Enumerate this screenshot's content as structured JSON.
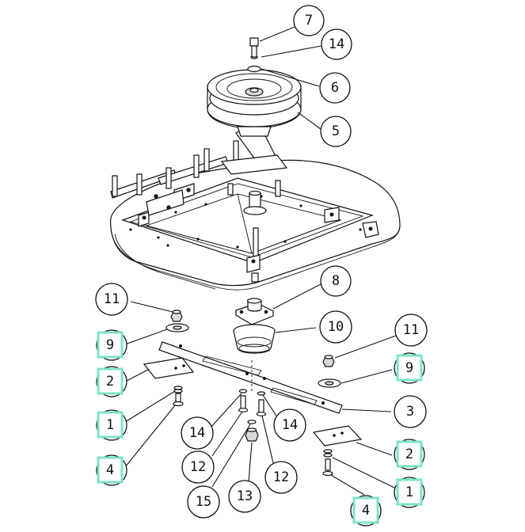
{
  "diagram": {
    "callouts": [
      {
        "id": "c7",
        "number": "7",
        "style": "circle"
      },
      {
        "id": "c14top",
        "number": "14",
        "style": "circle"
      },
      {
        "id": "c6",
        "number": "6",
        "style": "circle"
      },
      {
        "id": "c5",
        "number": "5",
        "style": "circle"
      },
      {
        "id": "c8",
        "number": "8",
        "style": "circle"
      },
      {
        "id": "c11left",
        "number": "11",
        "style": "circle"
      },
      {
        "id": "c10",
        "number": "10",
        "style": "circle"
      },
      {
        "id": "c11right",
        "number": "11",
        "style": "circle"
      },
      {
        "id": "c9left",
        "number": "9",
        "style": "highlighted-box"
      },
      {
        "id": "c9right",
        "number": "9",
        "style": "highlighted-box"
      },
      {
        "id": "c2left",
        "number": "2",
        "style": "highlighted-box"
      },
      {
        "id": "c3",
        "number": "3",
        "style": "circle"
      },
      {
        "id": "c1left",
        "number": "1",
        "style": "highlighted-box"
      },
      {
        "id": "c14left",
        "number": "14",
        "style": "circle"
      },
      {
        "id": "c14right",
        "number": "14",
        "style": "circle"
      },
      {
        "id": "c4left",
        "number": "4",
        "style": "highlighted-box"
      },
      {
        "id": "c2right",
        "number": "2",
        "style": "highlighted-box"
      },
      {
        "id": "c12left",
        "number": "12",
        "style": "circle"
      },
      {
        "id": "c12right",
        "number": "12",
        "style": "circle"
      },
      {
        "id": "c1right",
        "number": "1",
        "style": "highlighted-box"
      },
      {
        "id": "c15",
        "number": "15",
        "style": "circle"
      },
      {
        "id": "c13",
        "number": "13",
        "style": "circle"
      },
      {
        "id": "c4right",
        "number": "4",
        "style": "highlighted-box"
      }
    ],
    "colors": {
      "highlight": "#7de3c9",
      "ink": "#111111",
      "fill": "#ffffff"
    }
  }
}
